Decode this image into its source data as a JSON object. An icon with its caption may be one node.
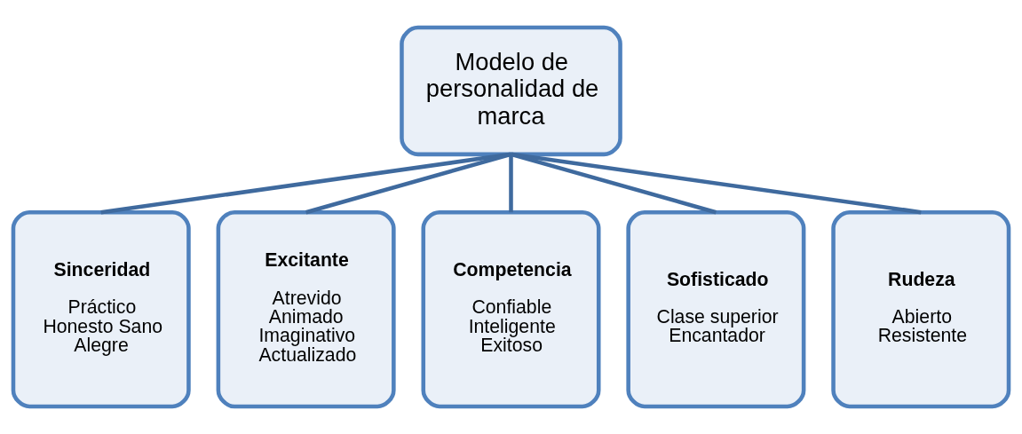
{
  "diagram": {
    "nodes": [
      {
        "text": [
          "Modelo de personalidad de marca"
        ]
      },
      {
        "text": [
          "Sinceridad",
          "Práctico Honesto Sano Alegre"
        ]
      },
      {
        "text": [
          "Excitante",
          "Atrevido Animado Imaginativo Actualizado"
        ]
      },
      {
        "text": [
          "Competencia",
          "Confiable Inteligente Exitoso"
        ]
      },
      {
        "text": [
          "Sofisticado",
          "Clase superior Encantador"
        ]
      },
      {
        "text": [
          "Rudeza",
          "Abierto Resistente"
        ]
      }
    ],
    "edges": [
      {
        "from": 0,
        "to": 1,
        "arrow": "none"
      },
      {
        "from": 0,
        "to": 2,
        "arrow": "none"
      },
      {
        "from": 0,
        "to": 3,
        "arrow": "none"
      },
      {
        "from": 0,
        "to": 4,
        "arrow": "none"
      },
      {
        "from": 0,
        "to": 5,
        "arrow": "none"
      }
    ]
  }
}
